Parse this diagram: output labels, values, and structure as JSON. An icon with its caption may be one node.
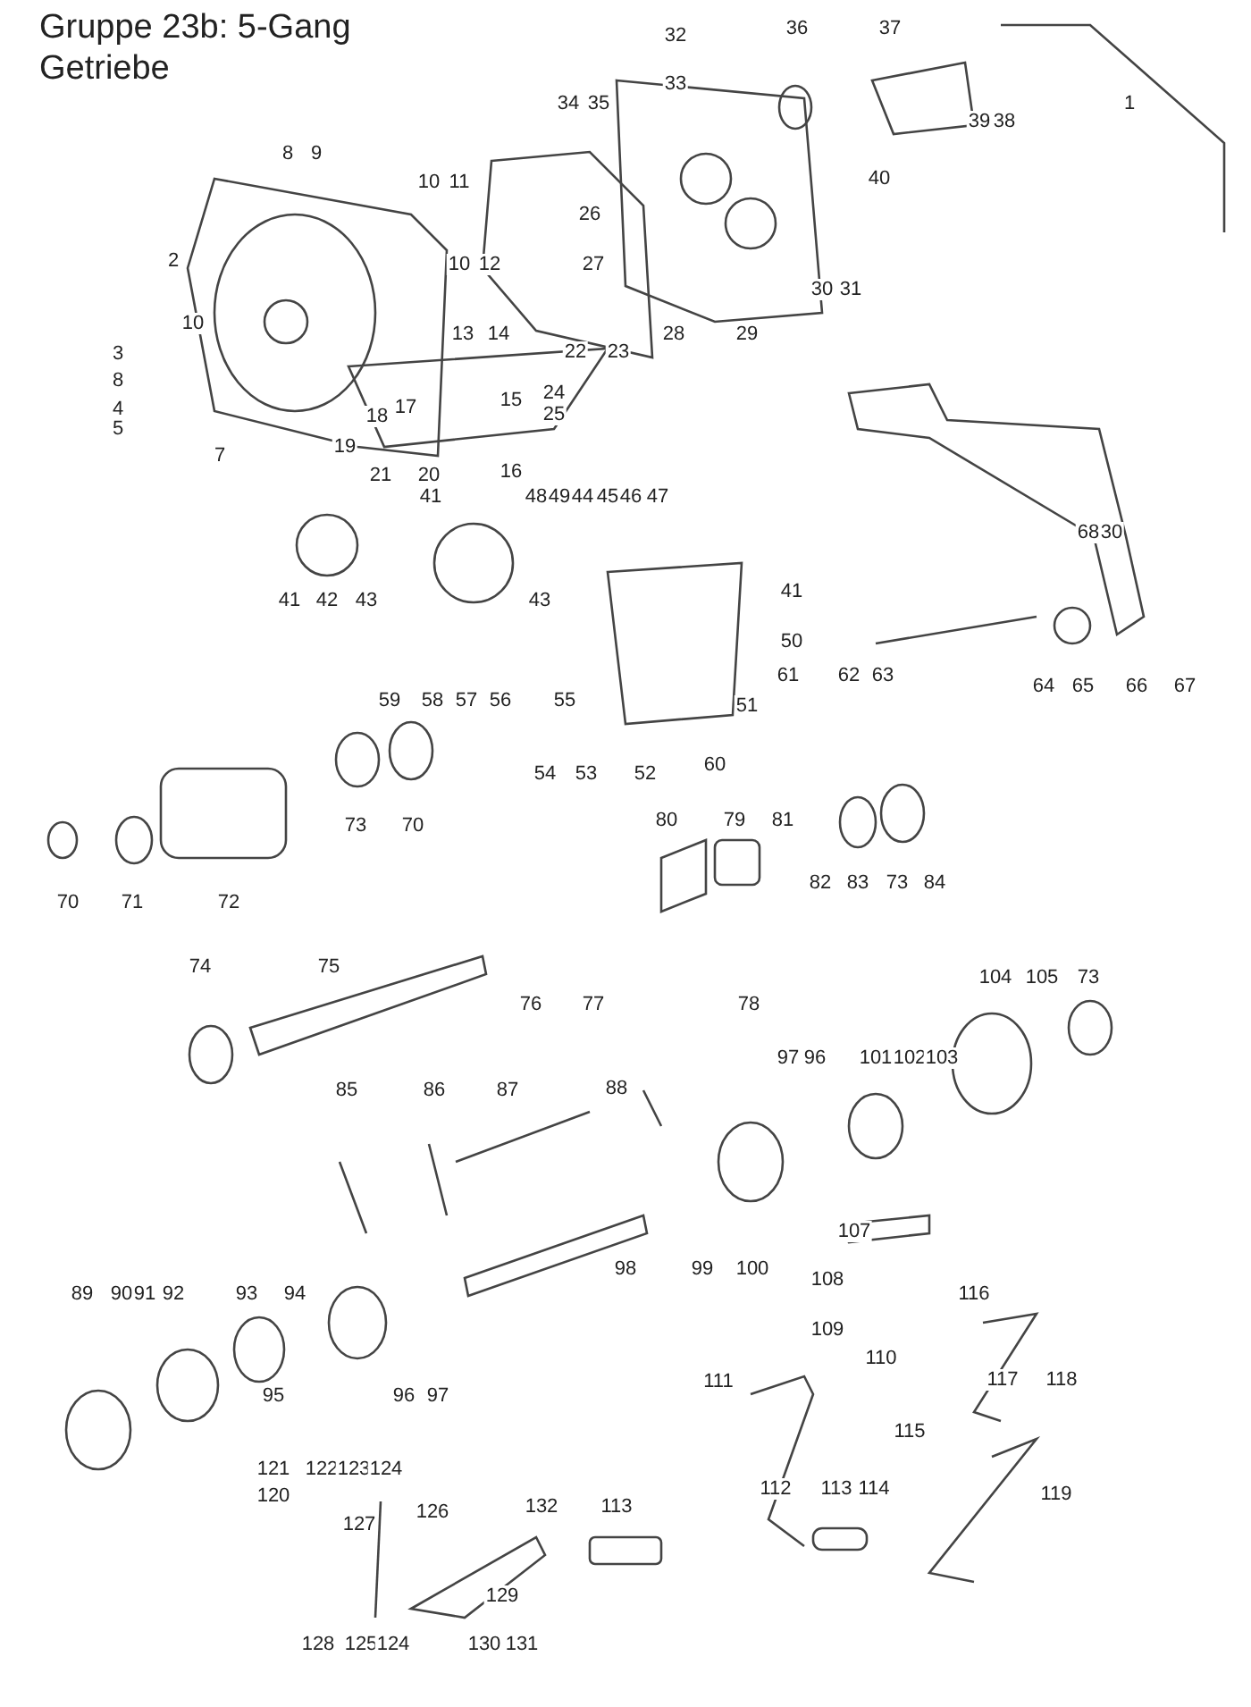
{
  "diagram": {
    "title": "Gruppe 23b: 5-Gang Getriebe",
    "labels": [
      "32",
      "33",
      "34",
      "35",
      "36",
      "37",
      "1",
      "39",
      "38",
      "8",
      "9",
      "10",
      "11",
      "26",
      "40",
      "2",
      "10",
      "12",
      "27",
      "30",
      "31",
      "28",
      "29",
      "10",
      "13",
      "14",
      "3",
      "22",
      "23",
      "8",
      "4",
      "5",
      "18",
      "17",
      "15",
      "24",
      "25",
      "7",
      "19",
      "21",
      "20",
      "16",
      "41",
      "48",
      "49",
      "44",
      "45",
      "46",
      "47",
      "68",
      "30",
      "41",
      "42",
      "43",
      "43",
      "41",
      "50",
      "59",
      "58",
      "57",
      "56",
      "55",
      "61",
      "62",
      "63",
      "64",
      "65",
      "66",
      "67",
      "51",
      "54",
      "53",
      "52",
      "60",
      "73",
      "70",
      "80",
      "79",
      "81",
      "82",
      "83",
      "73",
      "84",
      "70",
      "71",
      "72",
      "74",
      "75",
      "76",
      "77",
      "78",
      "104",
      "105",
      "73",
      "97",
      "96",
      "101",
      "102",
      "103",
      "85",
      "86",
      "87",
      "88",
      "107",
      "98",
      "99",
      "100",
      "89",
      "90",
      "91",
      "92",
      "93",
      "94",
      "108",
      "116",
      "109",
      "110",
      "111",
      "117",
      "118",
      "95",
      "96",
      "97",
      "115",
      "121",
      "122",
      "123",
      "124",
      "120",
      "126",
      "132",
      "113",
      "127",
      "112",
      "113",
      "114",
      "119",
      "129",
      "128",
      "125",
      "124",
      "130",
      "131"
    ]
  }
}
